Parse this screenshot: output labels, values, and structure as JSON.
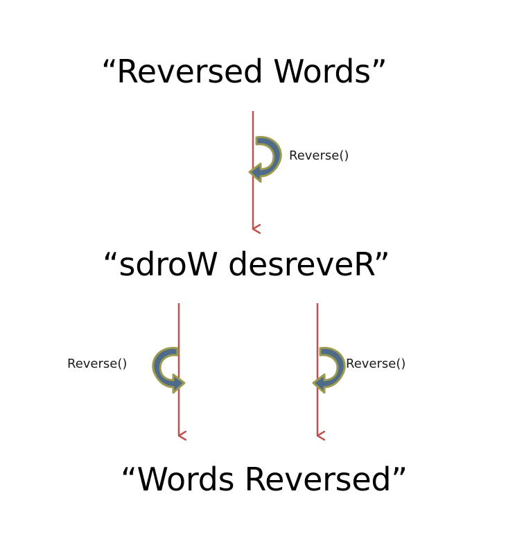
{
  "texts": {
    "original": "“Reversed Words”",
    "fully_reversed": "“sdroW desreveR”",
    "result": "“Words Reversed”"
  },
  "operations": {
    "step1_label": "Reverse()",
    "step2_left_label": "Reverse()",
    "step2_right_label": "Reverse()"
  },
  "colors": {
    "flow_arrow": "#c0504d",
    "curl_arrow_fill": "#4f6b8a",
    "curl_arrow_outline": "#9c9a4e",
    "text": "#000000"
  }
}
